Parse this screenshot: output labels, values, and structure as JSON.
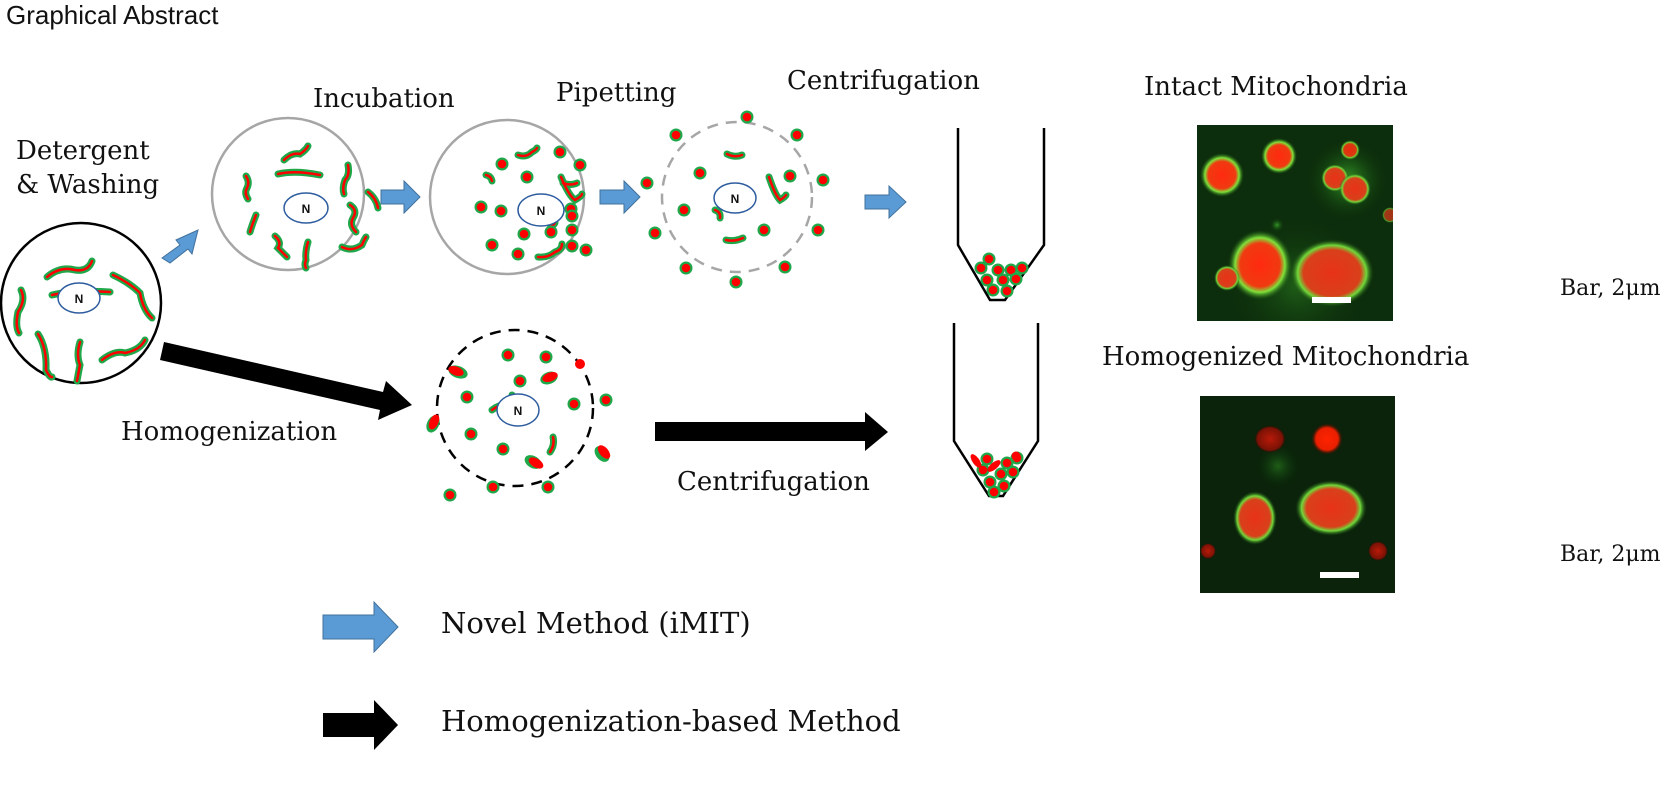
{
  "header": {
    "title": "Graphical Abstract"
  },
  "steps": {
    "detergent_line1": "Detergent",
    "detergent_line2": "&  Washing",
    "incubation": "Incubation",
    "pipetting": "Pipetting",
    "centrifugation_top": "Centrifugation",
    "homogenization": "Homogenization",
    "centrifugation_bottom": "Centrifugation"
  },
  "cells": {
    "nucleus_label": "N"
  },
  "results": {
    "intact_title": "Intact Mitochondria",
    "intact_scale": "Bar, 2μm",
    "homogenized_title": "Homogenized Mitochondria",
    "homogenized_scale": "Bar, 2μm"
  },
  "legend": {
    "items": [
      {
        "label": "Novel Method (iMIT)",
        "color": "#5b9bd5"
      },
      {
        "label": "Homogenization-based Method",
        "color": "#000000"
      }
    ]
  },
  "colors": {
    "mito_fill": "#ff0000",
    "mito_outline": "#1fa84a",
    "nucleus_stroke": "#2e5d9f",
    "cell_gray": "#a6a6a6",
    "flow_arrow": "#5b9bd5",
    "flow_arrow_edge": "#41719c"
  }
}
